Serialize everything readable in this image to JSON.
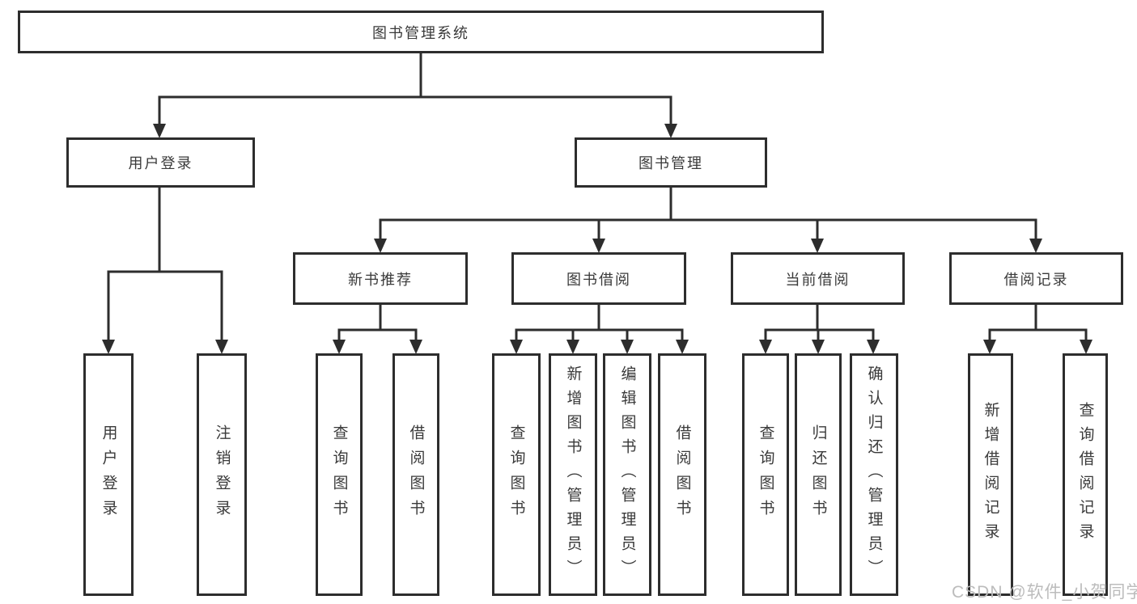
{
  "diagram_type": "hierarchy-tree",
  "colors": {
    "line": "#2d2d2d",
    "box_border": "#2d2d2d",
    "box_fill": "#ffffff",
    "text": "#3a3a3a",
    "watermark": "#bcbcbc",
    "background": "#ffffff"
  },
  "tree": {
    "label": "图书管理系统",
    "children": [
      {
        "label": "用户登录",
        "children": [
          {
            "label": "用户登录"
          },
          {
            "label": "注销登录"
          }
        ]
      },
      {
        "label": "图书管理",
        "children": [
          {
            "label": "新书推荐",
            "children": [
              {
                "label": "查询图书"
              },
              {
                "label": "借阅图书"
              }
            ]
          },
          {
            "label": "图书借阅",
            "children": [
              {
                "label": "查询图书"
              },
              {
                "label": "新增图书（管理员）"
              },
              {
                "label": "编辑图书（管理员）"
              },
              {
                "label": "借阅图书"
              }
            ]
          },
          {
            "label": "当前借阅",
            "children": [
              {
                "label": "查询图书"
              },
              {
                "label": "归还图书"
              },
              {
                "label": "确认归还（管理员）"
              }
            ]
          },
          {
            "label": "借阅记录",
            "children": [
              {
                "label": "新增借阅记录"
              },
              {
                "label": "查询借阅记录"
              }
            ]
          }
        ]
      }
    ]
  },
  "watermark": {
    "text": "CSDN @软件_小贺同学"
  }
}
